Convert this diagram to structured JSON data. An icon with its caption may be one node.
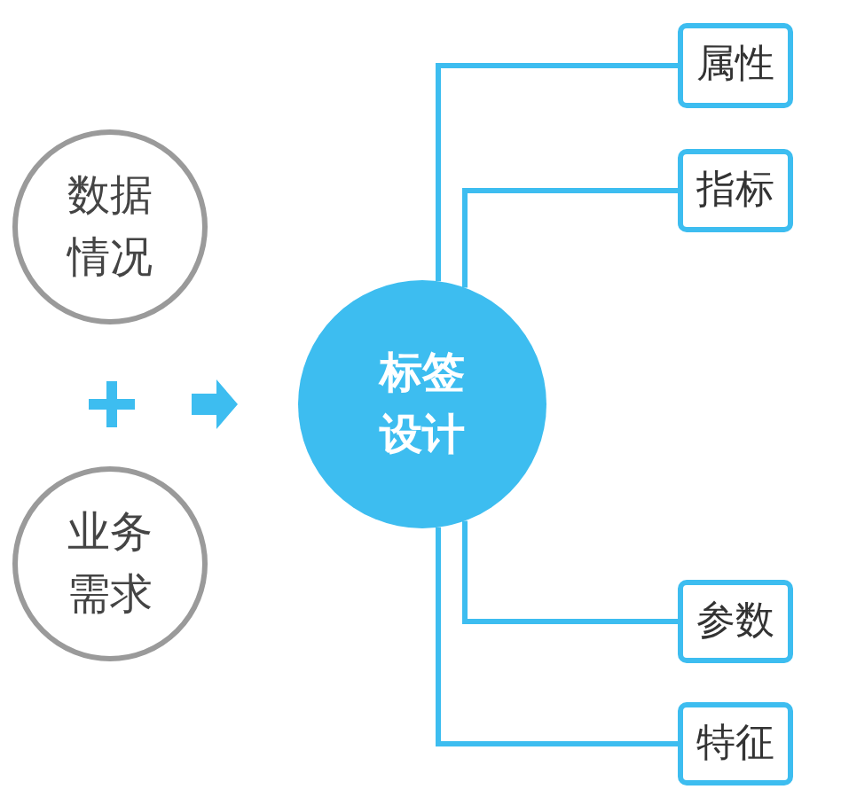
{
  "diagram": {
    "nodes": [
      {
        "text": [
          "数据情况"
        ]
      },
      {
        "text": [
          "业务需求"
        ]
      },
      {
        "text": [
          "标签设计"
        ]
      },
      {
        "text": [
          "属性"
        ]
      },
      {
        "text": [
          "指标"
        ]
      },
      {
        "text": [
          "参数"
        ]
      },
      {
        "text": [
          "特征"
        ]
      }
    ],
    "edges": [
      {
        "from": 2,
        "to": 3,
        "arrow": "none"
      },
      {
        "from": 2,
        "to": 4,
        "arrow": "none"
      },
      {
        "from": 2,
        "to": 5,
        "arrow": "none"
      },
      {
        "from": 2,
        "to": 6,
        "arrow": "none"
      }
    ]
  }
}
